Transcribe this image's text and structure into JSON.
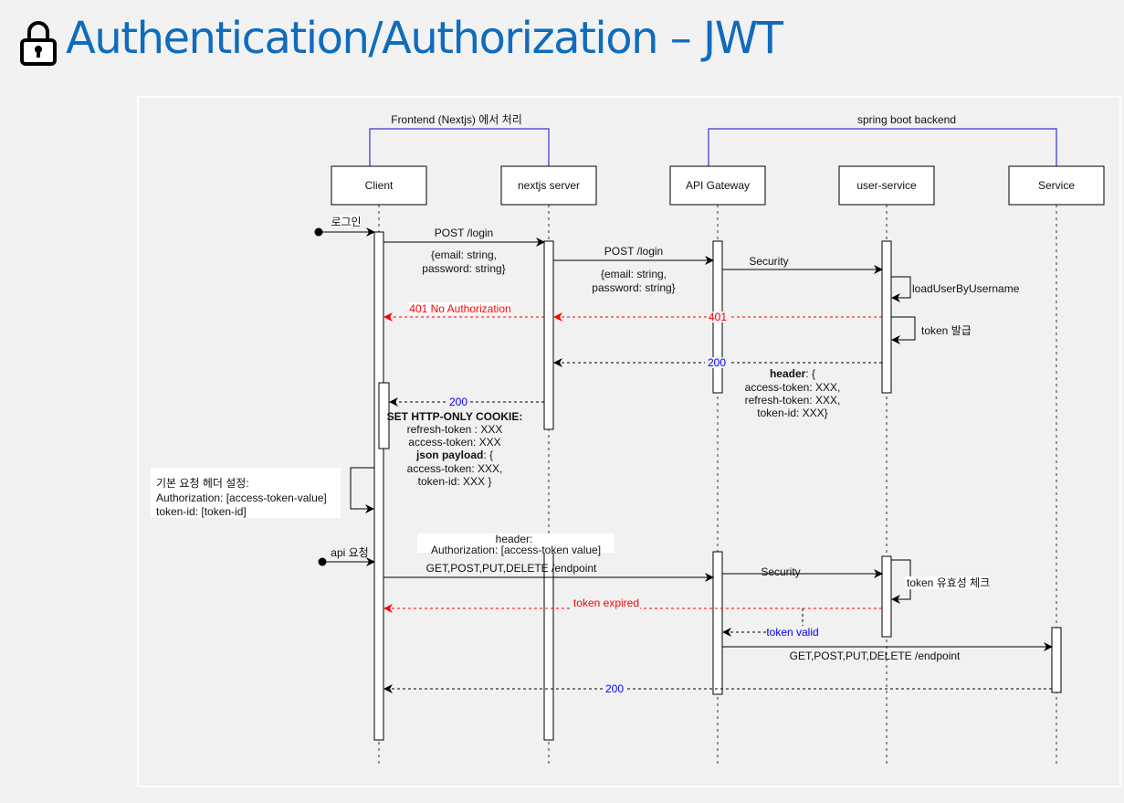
{
  "title": "Authentication/Authorization – JWT",
  "icons": {
    "title_icon": "lock-icon"
  },
  "colors": {
    "title": "#0f6cbd",
    "group_bracket": "#3333cc",
    "error": "#ff0000",
    "status": "#0000ff"
  },
  "groups": [
    {
      "label": "Frontend (Nextjs) 에서 처리"
    },
    {
      "label": "spring boot backend"
    }
  ],
  "participants": [
    "Client",
    "nextjs server",
    "API Gateway",
    "user-service",
    "Service"
  ],
  "login_flow": {
    "start_label": "로그인",
    "post_login_1": "POST /login",
    "body_1": [
      "{email: string,",
      "password: string}"
    ],
    "post_login_2": "POST /login",
    "body_2": [
      "{email: string,",
      "password: string}"
    ],
    "security": "Security",
    "load_user": "loadUserByUsername",
    "token_issue": "token 발급",
    "error_401": "401",
    "error_401_client": "401 No Authorization",
    "ok_200_gateway": "200",
    "header_response": [
      "header",
      ": {",
      "access-token: XXX,",
      "refresh-token: XXX,",
      "token-id: XXX}"
    ],
    "ok_200_client": "200",
    "cookie_response": [
      "SET HTTP-ONLY COOKIE:",
      "refresh-token : XXX",
      "access-token: XXX",
      "json payload",
      ": {",
      "access-token: XXX,",
      "token-id: XXX }"
    ]
  },
  "default_header_note": [
    "기본 요청 헤더 설정:",
    "Authorization:  [access-token-value]",
    "token-id: [token-id]"
  ],
  "api_flow": {
    "start_label": "api 요청",
    "header_note": [
      "header:",
      "Authorization: [access-token value]"
    ],
    "request": "GET,POST,PUT,DELETE /endpoint",
    "security": "Security",
    "token_check": "token 유효성 체크",
    "token_expired": "token expired",
    "token_valid": "token valid",
    "forward": "GET,POST,PUT,DELETE /endpoint",
    "ok_200": "200"
  }
}
